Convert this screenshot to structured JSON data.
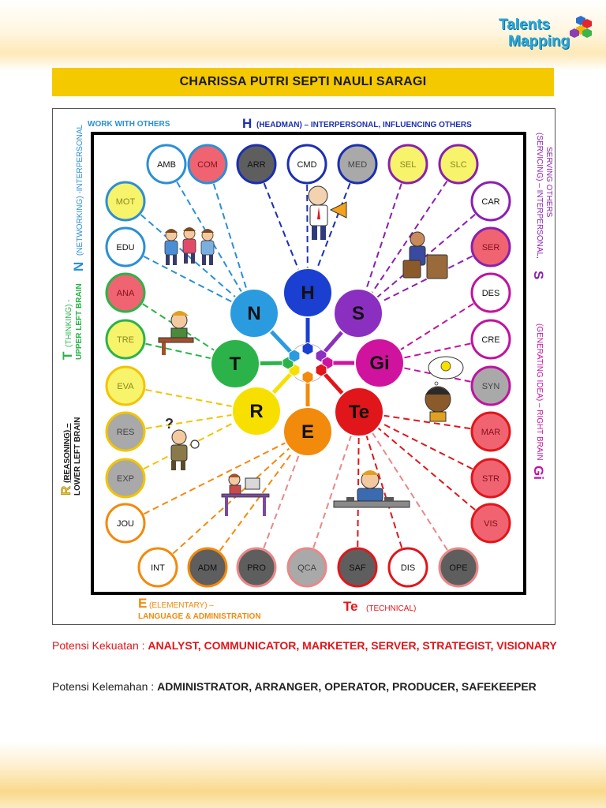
{
  "header": {
    "logo_line1": "Talents",
    "logo_line2": "Mapping",
    "name": "CHARISSA PUTRI SEPTI NAULI SARAGI"
  },
  "diagram": {
    "labels": {
      "h_letter": "H",
      "h_text": "(HEADMAN) – INTERPERSONAL, INFLUENCING OTHERS",
      "work_with_others": "WORK WITH OTHERS",
      "n_letter": "N",
      "n_text": "(NETWORKING) -INTERPERSONAL",
      "t_letter": "T",
      "t_text1": "(THINKING) -",
      "t_text2": "UPPER LEFT BRAIN",
      "r_letter": "R",
      "r_text1": "(REASONING) –",
      "r_text2": "LOWER LEFT BRAIN",
      "s_letter": "S",
      "s_text1": "(SERVICING) – INTERPERSONAL,",
      "s_text2": "SERVING OTHERS",
      "gi_letter": "Gi",
      "gi_text": "(GENERATING IDEA) – RIGHT BRAIN",
      "e_letter": "E",
      "e_text1": "(ELEMENTARY) –",
      "e_text2": "LANGUAGE & ADMINISTRATION",
      "te_letter": "Te",
      "te_text": "(TECHNICAL)"
    },
    "core": [
      "H",
      "S",
      "Gi",
      "Te",
      "E",
      "R",
      "T",
      "N"
    ],
    "roles": {
      "top": [
        "AMB",
        "COM",
        "ARR",
        "CMD",
        "MED",
        "SEL",
        "SLC"
      ],
      "left": [
        "MOT",
        "EDU",
        "ANA",
        "TRE",
        "EVA",
        "RES",
        "EXP",
        "JOU"
      ],
      "right": [
        "CAR",
        "SER",
        "DES",
        "CRE",
        "SYN",
        "MAR",
        "STR",
        "VIS"
      ],
      "bottom": [
        "INT",
        "ADM",
        "PRO",
        "QCA",
        "SAF",
        "DIS",
        "OPE"
      ]
    }
  },
  "strengths": {
    "label": "Potensi Kekuatan : ",
    "value": "ANALYST, COMMUNICATOR, MARKETER, SERVER, STRATEGIST, VISIONARY"
  },
  "weaknesses": {
    "label": "Potensi Kelemahan : ",
    "value": "ADMINISTRATOR, ARRANGER, OPERATOR, PRODUCER, SAFEKEEPER"
  }
}
